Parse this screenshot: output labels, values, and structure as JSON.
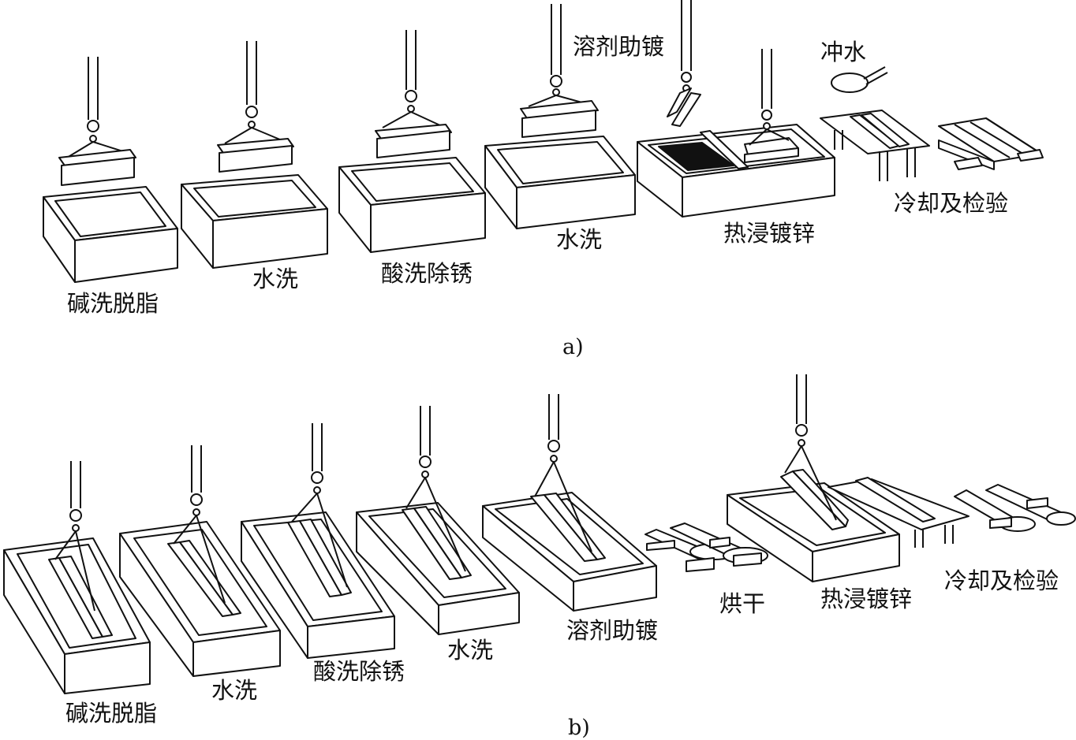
{
  "panel_a": {
    "caption": "a)",
    "steps": {
      "alkali_degrease": "碱洗脱脂",
      "water_rinse_1": "水洗",
      "acid_pickle": "酸洗除锈",
      "water_rinse_2": "水洗",
      "flux": "溶剂助镀",
      "hot_dip": "热浸镀锌",
      "water_flush": "冲水",
      "cool_inspect": "冷却及检验"
    }
  },
  "panel_b": {
    "caption": "b)",
    "steps": {
      "alkali_degrease": "碱洗脱脂",
      "water_rinse_1": "水洗",
      "acid_pickle": "酸洗除锈",
      "water_rinse_2": "水洗",
      "flux": "溶剂助镀",
      "dry": "烘干",
      "hot_dip": "热浸镀锌",
      "cool_inspect": "冷却及检验"
    }
  }
}
